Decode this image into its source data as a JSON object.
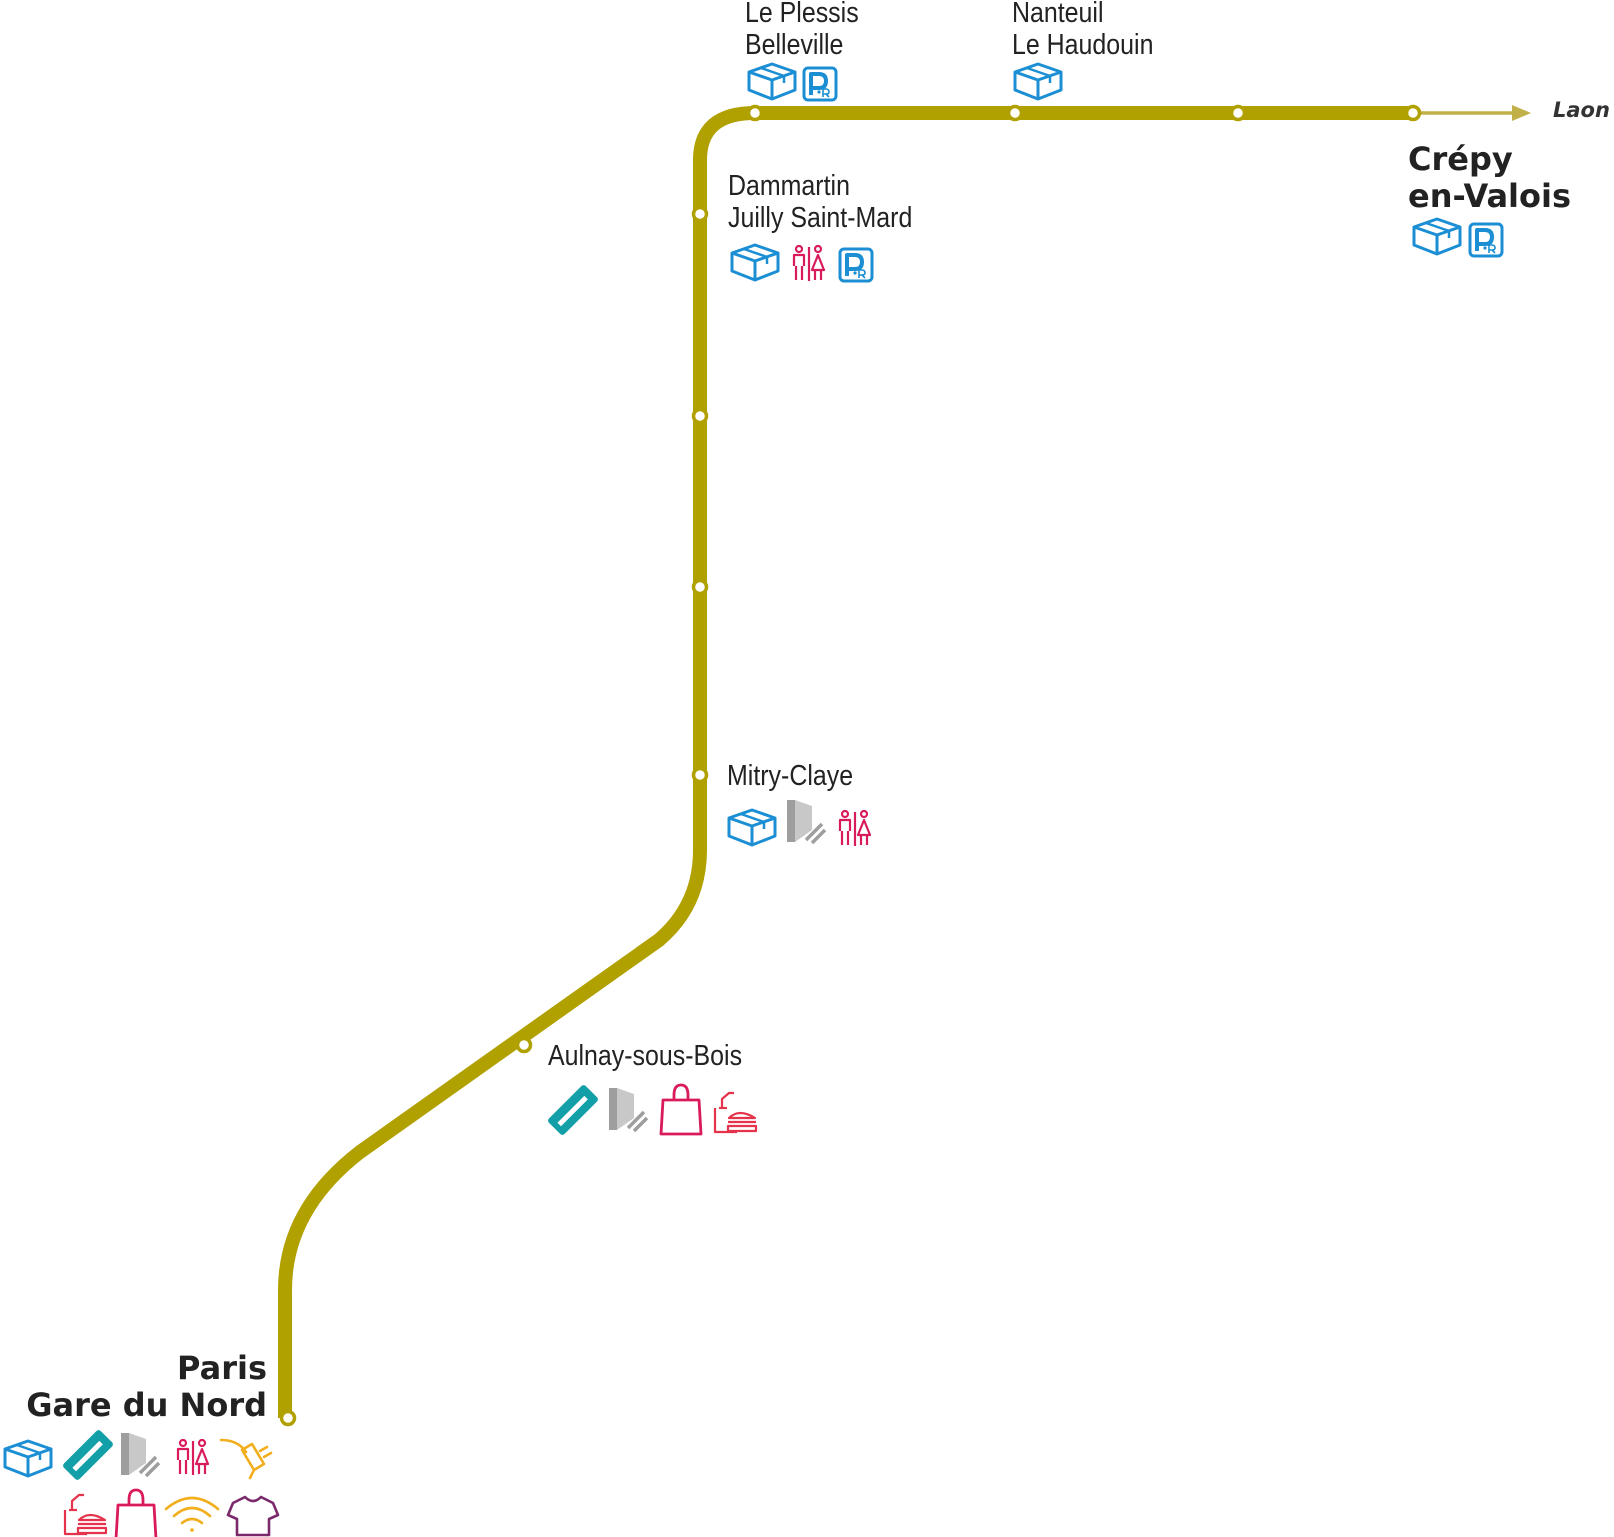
{
  "colors": {
    "line": "#b1a100",
    "arrow": "#c1b047",
    "parcel": "#1c8fd4",
    "toilets": "#d91b5b",
    "ticket_card": "#139fa8",
    "ticket_machine": "#9e9e9e",
    "shop": "#d91b5b",
    "food": "#e5334b",
    "wifi": "#f2ae1c",
    "power": "#f2ae1c",
    "clothing": "#7a2a6a",
    "park_ride": "#1c8fd4"
  },
  "direction": "Laon",
  "stations": {
    "le_plessis": {
      "name_line1": "Le Plessis",
      "name_line2": "Belleville",
      "icons": [
        "parcel-locker-icon",
        "park-and-ride-icon"
      ]
    },
    "nanteuil": {
      "name_line1": "Nanteuil",
      "name_line2": "Le Haudouin",
      "icons": [
        "parcel-locker-icon"
      ]
    },
    "crepy": {
      "name_line1": "Crépy",
      "name_line2": "en-Valois",
      "icons": [
        "parcel-locker-icon",
        "park-and-ride-icon"
      ]
    },
    "dammartin": {
      "name_line1": "Dammartin",
      "name_line2": "Juilly Saint-Mard",
      "icons": [
        "parcel-locker-icon",
        "toilets-icon",
        "park-and-ride-icon"
      ]
    },
    "mitry": {
      "name": "Mitry-Claye",
      "icons": [
        "parcel-locker-icon",
        "ticket-machine-icon",
        "toilets-icon"
      ]
    },
    "aulnay": {
      "name": "Aulnay-sous-Bois",
      "icons": [
        "ticket-card-icon",
        "ticket-machine-icon",
        "shop-icon",
        "food-icon"
      ]
    },
    "paris": {
      "name_line1": "Paris",
      "name_line2": "Gare du Nord",
      "icons": [
        "parcel-locker-icon",
        "ticket-card-icon",
        "ticket-machine-icon",
        "toilets-icon",
        "power-outlet-icon",
        "food-icon",
        "shop-icon",
        "wifi-icon",
        "clothing-icon"
      ]
    }
  },
  "park_ride_label": {
    "p": "P",
    "r": "R"
  }
}
